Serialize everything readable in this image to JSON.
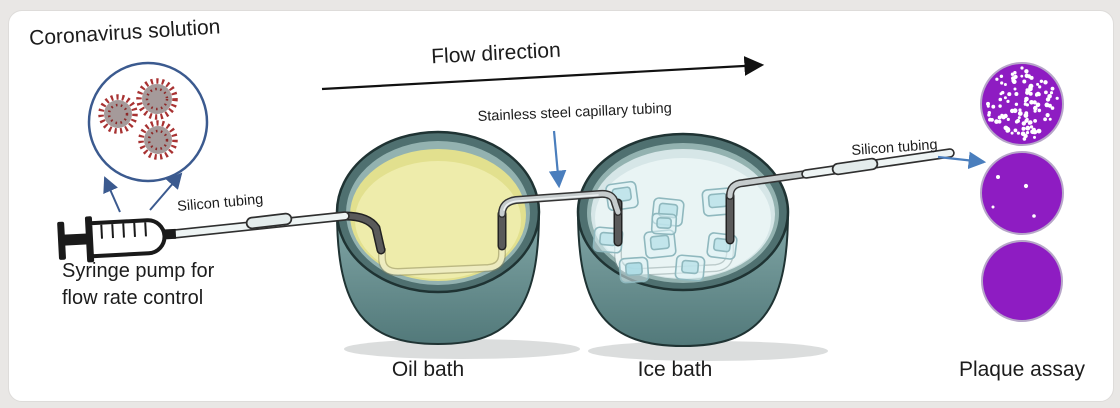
{
  "labels": {
    "coronavirus_solution": "Coronavirus solution",
    "flow_direction": "Flow direction",
    "silicon_tubing_left": "Silicon tubing",
    "stainless_steel_capillary": "Stainless steel capillary tubing",
    "silicon_tubing_right": "Silicon tubing",
    "syringe_pump_line1": "Syringe pump for",
    "syringe_pump_line2": "flow rate control",
    "oil_bath": "Oil bath",
    "ice_bath": "Ice bath",
    "plaque_assay": "Plaque assay"
  },
  "diagram": {
    "flow_sequence": [
      "Syringe pump",
      "Silicon tubing",
      "Oil bath",
      "Stainless steel capillary tubing",
      "Ice bath",
      "Silicon tubing",
      "Plaque assay"
    ],
    "virus_particle_count": 3,
    "ice_cube_count": 9,
    "plaque_dishes": [
      {
        "name": "dish-many-plaques",
        "plaque_count": 118
      },
      {
        "name": "dish-few-plaques",
        "plaque_count": 4,
        "plaque_positions": [
          [
            -24,
            -16
          ],
          [
            4,
            -7
          ],
          [
            -29,
            14
          ],
          [
            12,
            23
          ]
        ]
      },
      {
        "name": "dish-no-plaques",
        "plaque_count": 0
      }
    ],
    "colors": {
      "dish_purple": "#8e1cc2",
      "oil_yellow": "#eeecab",
      "ice_water": "#e9f4f4",
      "bath_teal": "#6f9697",
      "arrow_blue": "#4a7ebd",
      "callout_navy": "#3b5a8f",
      "virus_spike_red": "#a83232",
      "virus_body_gray": "#a59a9a"
    }
  }
}
